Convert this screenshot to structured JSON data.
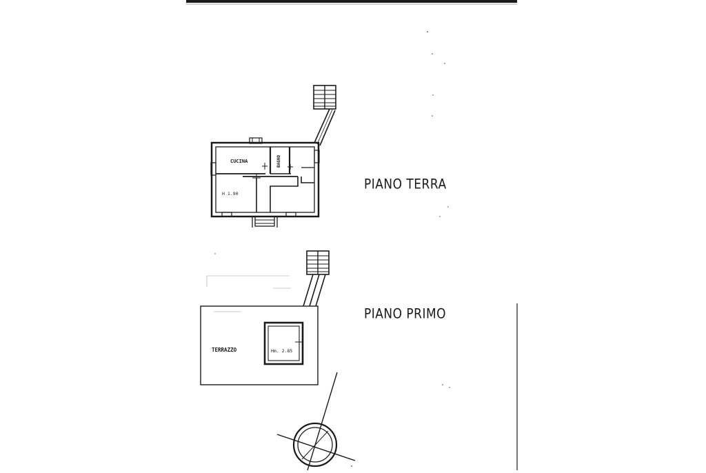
{
  "floors": [
    {
      "title": "PIANO TERRA",
      "rooms": [
        {
          "label": "CUCINA"
        },
        {
          "label": "BAGNO"
        }
      ],
      "height_note": "H 1.90"
    },
    {
      "title": "PIANO PRIMO",
      "rooms": [
        {
          "label": "TERRAZZO"
        }
      ],
      "height_note": "Hm. 2.85"
    }
  ],
  "colors": {
    "ink": "#1a1a1a",
    "paper": "#ffffff"
  },
  "icons": [
    "north-arrow-icon"
  ]
}
